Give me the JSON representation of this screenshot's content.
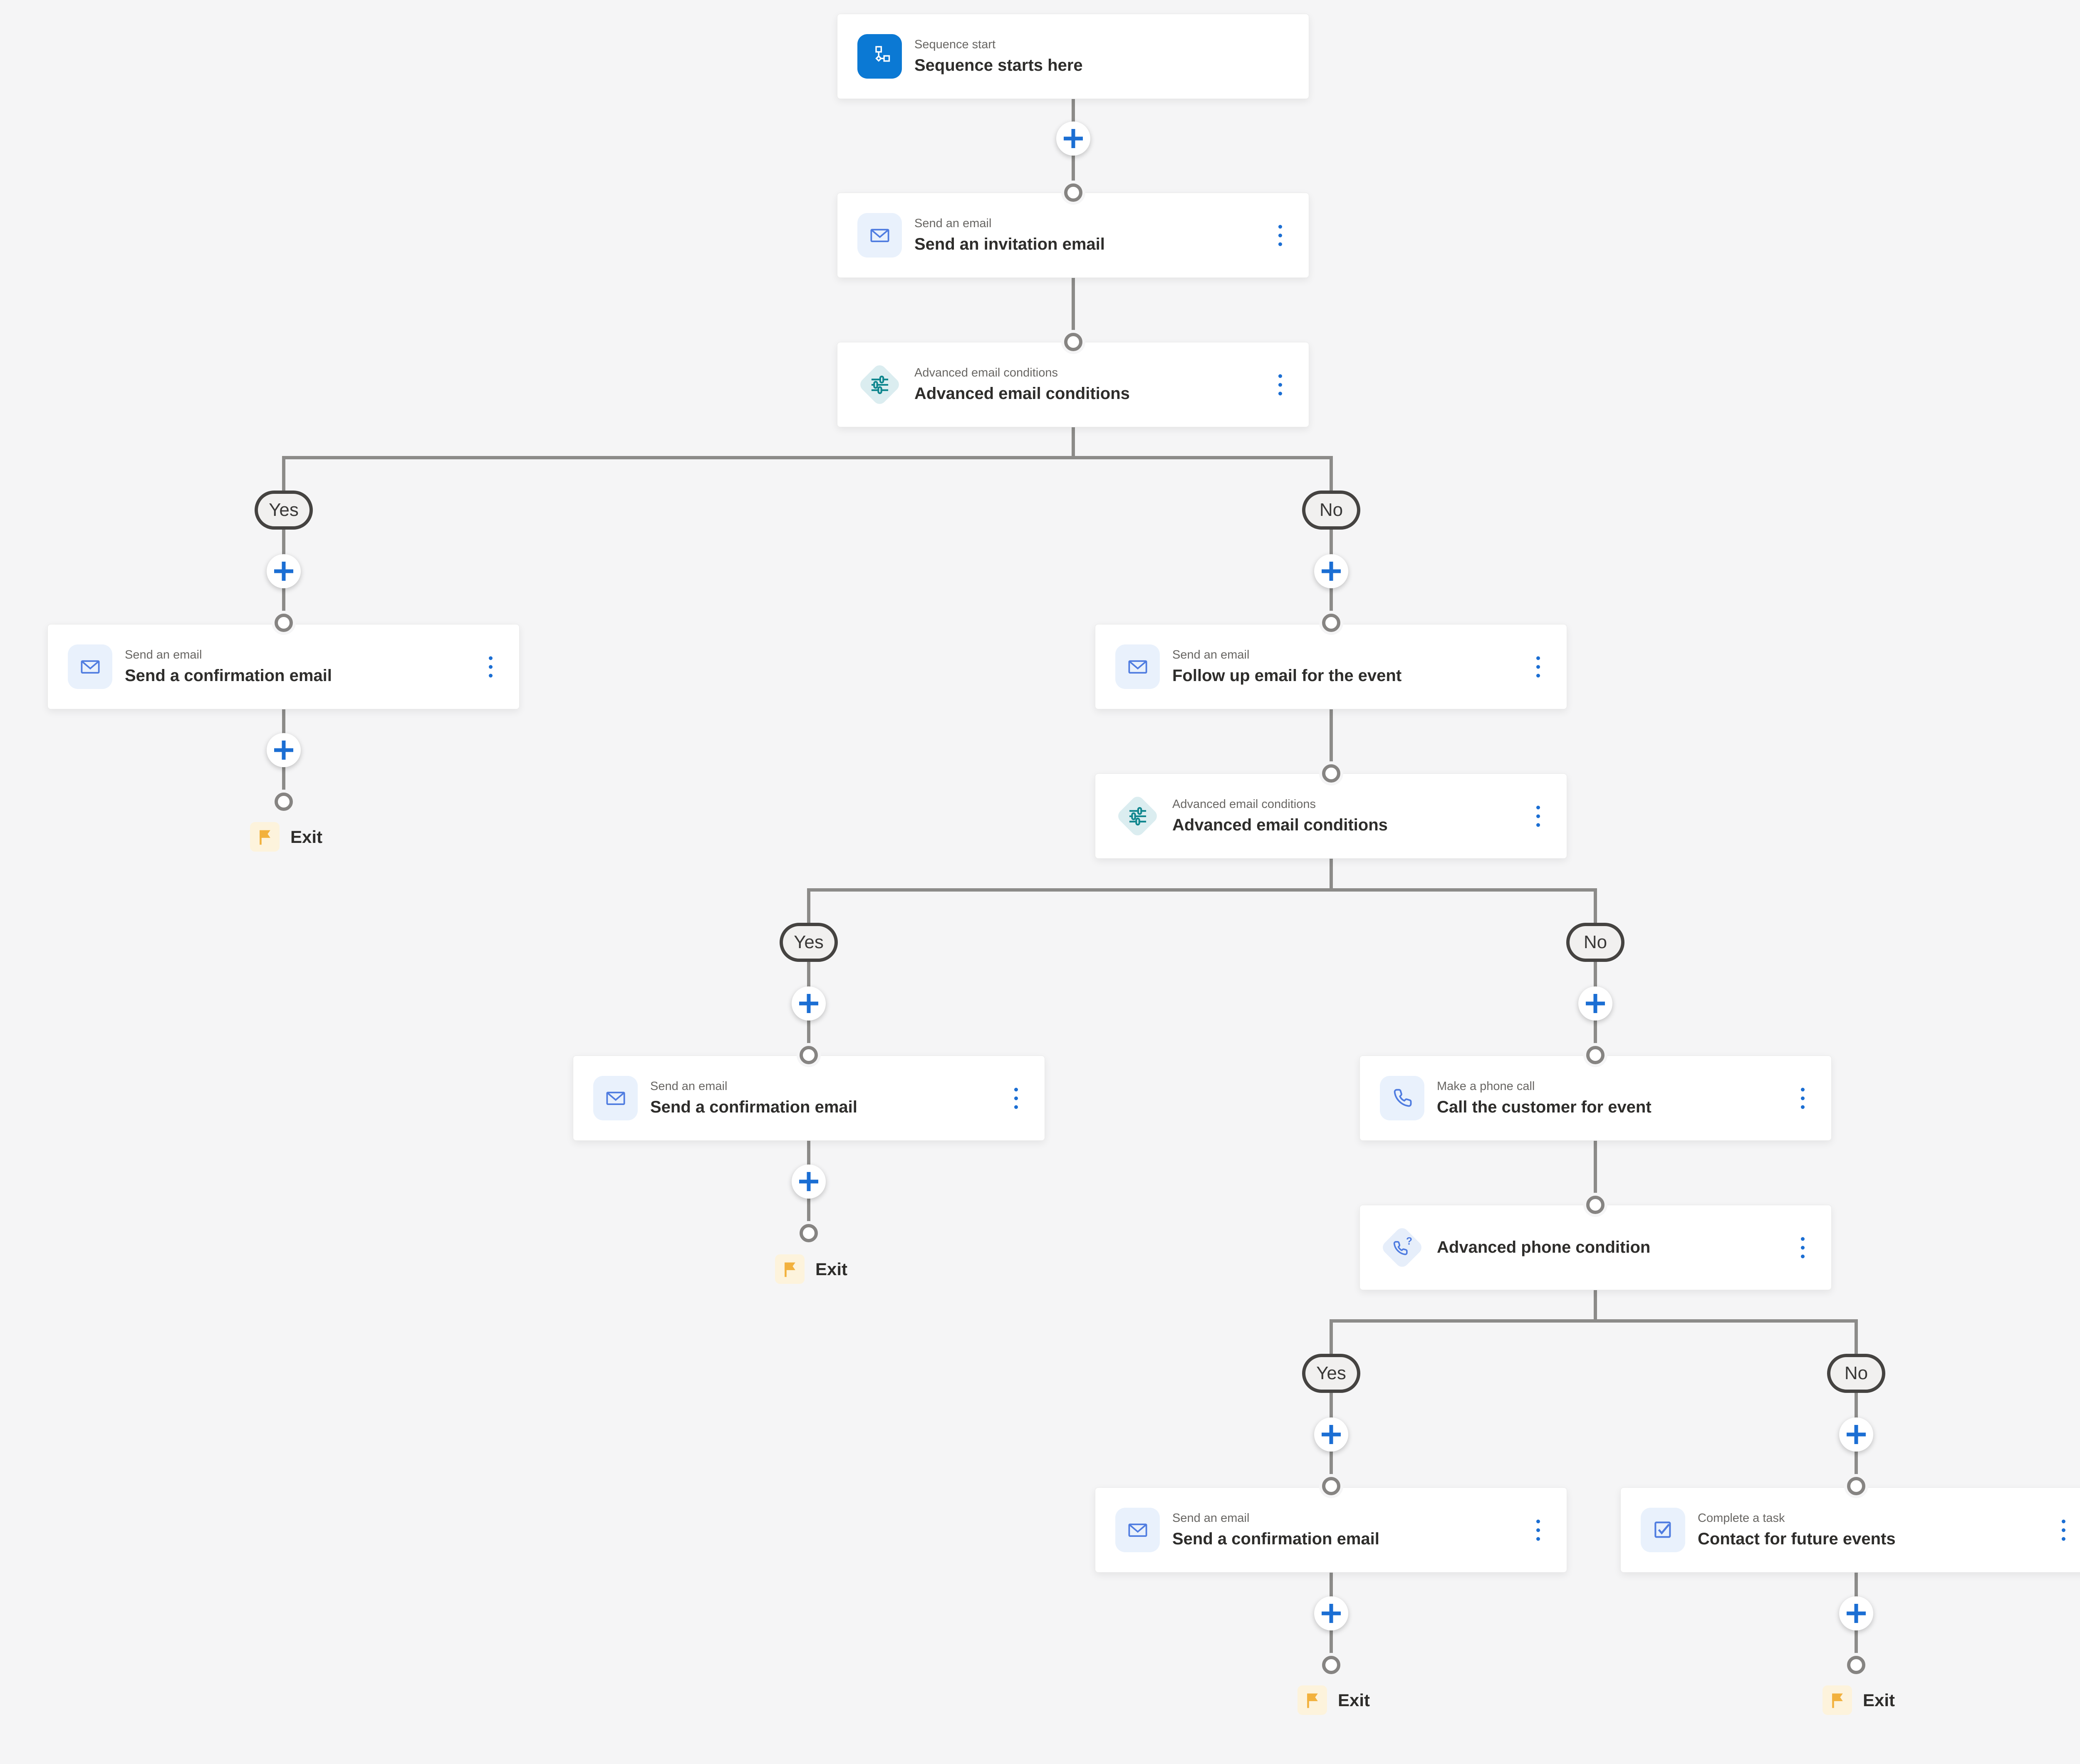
{
  "nodes": {
    "sequence_start": {
      "label": "Sequence start",
      "title": "Sequence starts here"
    },
    "send_invitation": {
      "label": "Send an email",
      "title": "Send an invitation email"
    },
    "email_conditions_1": {
      "label": "Advanced email conditions",
      "title": "Advanced email conditions"
    },
    "confirmation_1": {
      "label": "Send an email",
      "title": "Send a confirmation email"
    },
    "follow_up": {
      "label": "Send an email",
      "title": "Follow up email for the event"
    },
    "email_conditions_2": {
      "label": "Advanced email conditions",
      "title": "Advanced email conditions"
    },
    "confirmation_2": {
      "label": "Send an email",
      "title": "Send a confirmation email"
    },
    "phone_call": {
      "label": "Make a phone call",
      "title": "Call the customer for event"
    },
    "phone_condition": {
      "title": "Advanced phone condition"
    },
    "confirmation_3": {
      "label": "Send an email",
      "title": "Send a confirmation email"
    },
    "complete_task": {
      "label": "Complete a task",
      "title": "Contact for future events"
    }
  },
  "branches": {
    "yes": "Yes",
    "no": "No"
  },
  "exit": {
    "label": "Exit"
  },
  "icons": {
    "sequence_start": "flow-icon",
    "email": "envelope-icon",
    "conditions": "sliders-icon",
    "phone": "phone-icon",
    "phone_condition": "phone-question-icon",
    "task": "checkbox-icon",
    "exit": "flag-icon",
    "insert": "plus-icon",
    "more": "kebab-icon"
  },
  "colors": {
    "canvas_bg": "#f5f5f6",
    "card_bg": "#ffffff",
    "accent_blue": "#1b6ed3",
    "start_icon_bg": "#0b79d4",
    "step_icon_bg": "#e9f1fc",
    "step_icon_stroke": "#4f7ce0",
    "condition_teal_bg": "#dbedf0",
    "condition_teal_stroke": "#0f868e",
    "condition_blue_bg": "#e6eefa",
    "connector_gray": "#8c8b89",
    "pill_border": "#454341",
    "exit_flag": "#f2b13d",
    "exit_flag_bg": "#fdf3dc",
    "title_text": "#2e2d2b",
    "label_text": "#686663"
  }
}
